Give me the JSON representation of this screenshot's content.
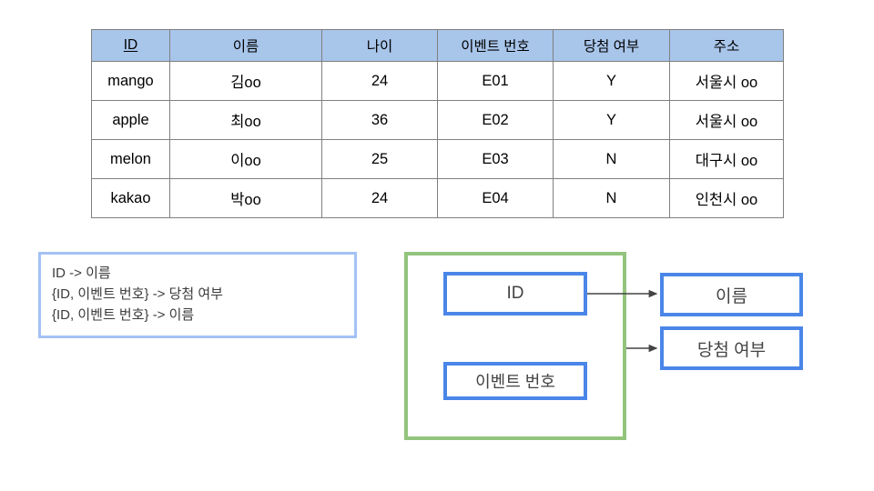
{
  "table": {
    "headers": [
      {
        "label": "ID",
        "primary_key": true
      },
      {
        "label": "이름",
        "primary_key": false
      },
      {
        "label": "나이",
        "primary_key": false
      },
      {
        "label": "이벤트 번호",
        "primary_key": false
      },
      {
        "label": "당첨 여부",
        "primary_key": false
      },
      {
        "label": "주소",
        "primary_key": false
      }
    ],
    "rows": [
      {
        "id": "mango",
        "name": "김oo",
        "age": "24",
        "event": "E01",
        "win": "Y",
        "address": "서울시 oo"
      },
      {
        "id": "apple",
        "name": "최oo",
        "age": "36",
        "event": "E02",
        "win": "Y",
        "address": "서울시 oo"
      },
      {
        "id": "melon",
        "name": "이oo",
        "age": "25",
        "event": "E03",
        "win": "N",
        "address": "대구시 oo"
      },
      {
        "id": "kakao",
        "name": "박oo",
        "age": "24",
        "event": "E04",
        "win": "N",
        "address": "인천시 oo"
      }
    ],
    "header_background": "#a8c5ea",
    "border_color": "#808080"
  },
  "fd_box": {
    "border_color": "#a4c2f4",
    "lines": [
      "ID -> 이름",
      "{ID, 이벤트 번호} -> 당첨 여부",
      "{ID, 이벤트 번호} -> 이름"
    ]
  },
  "diagram": {
    "group_border_color": "#93c47d",
    "attribute_border_color": "#4a86e8",
    "arrow_color": "#434343",
    "determinants": [
      {
        "label": "ID"
      },
      {
        "label": "이벤트 번호"
      }
    ],
    "dependents": [
      {
        "label": "이름"
      },
      {
        "label": "당첨 여부"
      }
    ]
  }
}
